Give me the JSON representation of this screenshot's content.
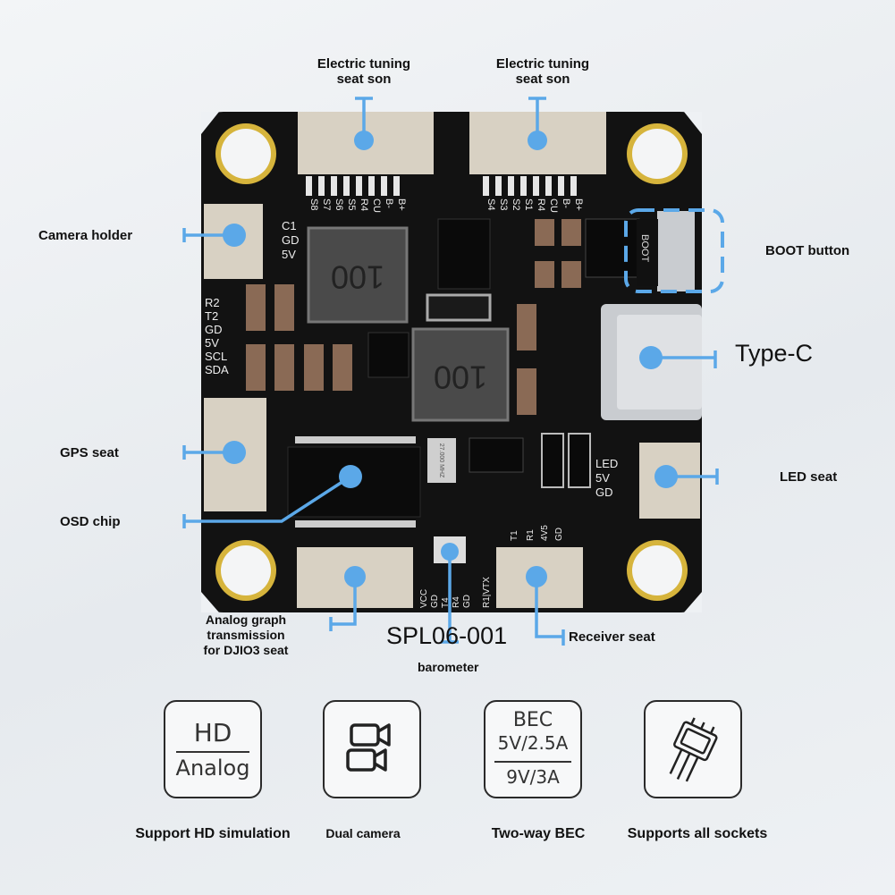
{
  "colors": {
    "accent": "#5ba8e8",
    "board": "#121212",
    "gold": "#d6b43c",
    "connector": "#d8d1c3"
  },
  "callouts": {
    "esc_left": {
      "line1": "Electric tuning",
      "line2": "seat son"
    },
    "esc_right": {
      "line1": "Electric tuning",
      "line2": "seat son"
    },
    "camera": "Camera holder",
    "boot": "BOOT button",
    "typec": "Type-C",
    "gps": "GPS seat",
    "osd": "OSD chip",
    "led": "LED seat",
    "analog": {
      "line1": "Analog graph",
      "line2": "transmission",
      "line3": "for DJIO3 seat"
    },
    "baro_model": "SPL06-001",
    "baro": "barometer",
    "receiver": "Receiver seat"
  },
  "silkscreen": {
    "esc_left_pins": [
      "S8",
      "S7",
      "S6",
      "S5",
      "R4",
      "CU",
      "B-",
      "B+"
    ],
    "esc_right_pins": [
      "S4",
      "S3",
      "S2",
      "S1",
      "R4",
      "CU",
      "B-",
      "B+"
    ],
    "camera_pins": [
      "C1",
      "GD",
      "5V"
    ],
    "gps_pins": [
      "R2",
      "T2",
      "GD",
      "5V",
      "SCL",
      "SDA"
    ],
    "led_pins": [
      "LED",
      "5V",
      "GD"
    ],
    "receiver_pins": [
      "T1",
      "R1",
      "4V5",
      "GD"
    ],
    "vtx_pins": [
      "VCC",
      "GD",
      "T4",
      "R4",
      "GD",
      "R1|VTX"
    ],
    "inductor_mark": "100",
    "crystal": "27.000 MHZ",
    "boot_switch": "BOOT"
  },
  "features": [
    {
      "icon": "hd-analog-icon",
      "top": "HD",
      "bottom": "Analog",
      "caption": "Support HD simulation"
    },
    {
      "icon": "dual-camera-icon",
      "caption": "Dual camera"
    },
    {
      "icon": "bec-icon",
      "top": "BEC",
      "mid": "5V/2.5A",
      "bottom": "9V/3A",
      "caption": "Two-way BEC"
    },
    {
      "icon": "socket-icon",
      "caption": "Supports all sockets"
    }
  ]
}
